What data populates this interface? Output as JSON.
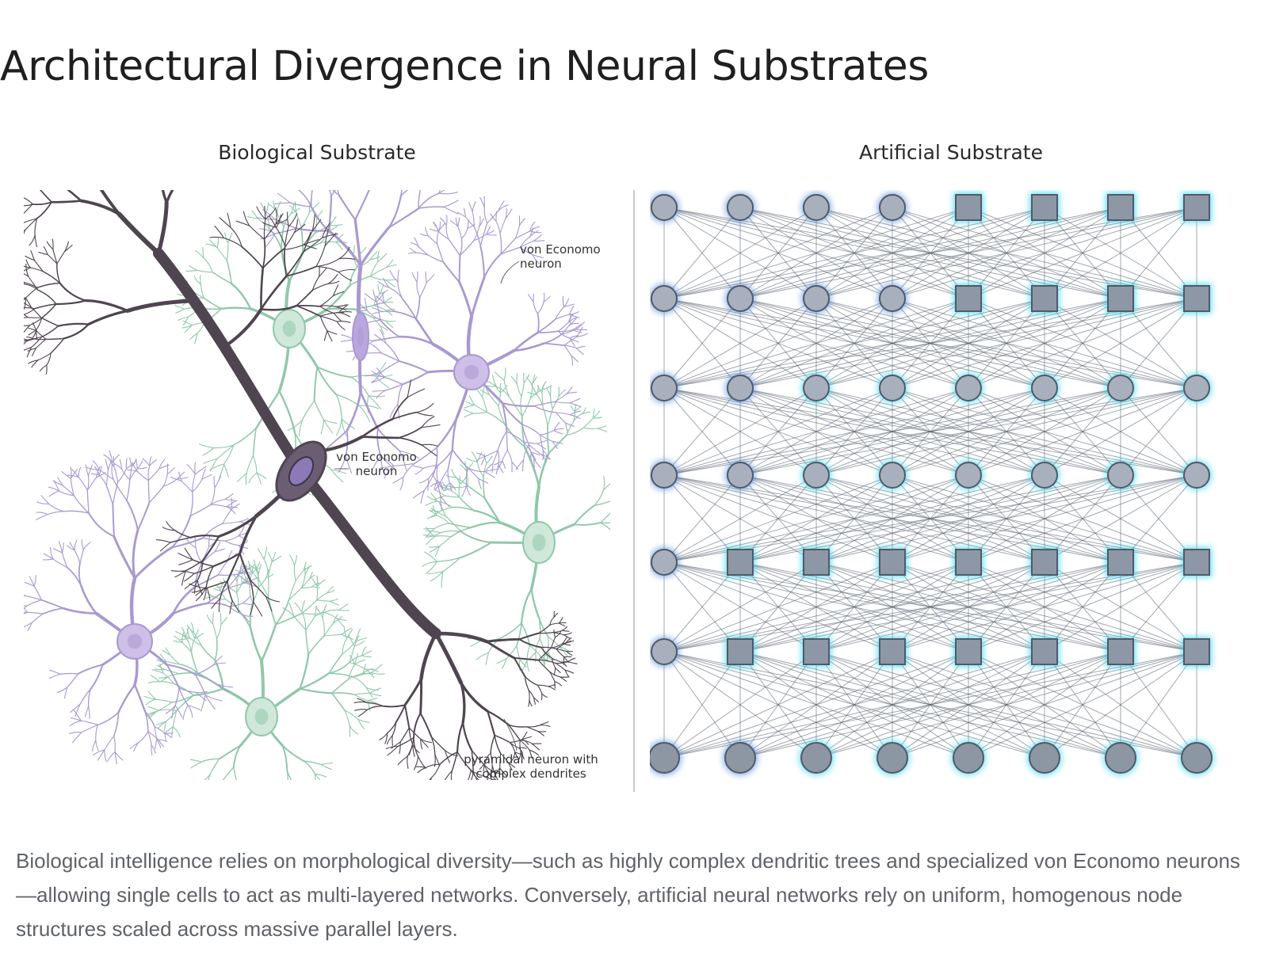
{
  "title": "Architectural Divergence in Neural Substrates",
  "panels": {
    "biological": {
      "title": "Biological Substrate",
      "annotations": {
        "top_right": "von Economo\nneuron",
        "center": "von Economo\nneuron",
        "bottom_right": "pyramidal neuron with\ncomplex dendrites"
      },
      "colors": {
        "pyramidal": "#4f4550",
        "purple": "#a999d0",
        "green": "#8fc8a8"
      }
    },
    "artificial": {
      "title": "Artificial Substrate",
      "colors": {
        "node_fill": "#a9b0bd",
        "node_stroke": "#4f5a68",
        "glow": "#38d6f0",
        "edge": "#56616e"
      }
    }
  },
  "caption": "Biological intelligence relies on morphological diversity—such as highly complex dendritic trees and specialized von Economo neurons—allowing single cells to act as multi-layered networks. Conversely, artificial neural networks rely on uniform, homogenous node structures scaled across massive parallel layers."
}
